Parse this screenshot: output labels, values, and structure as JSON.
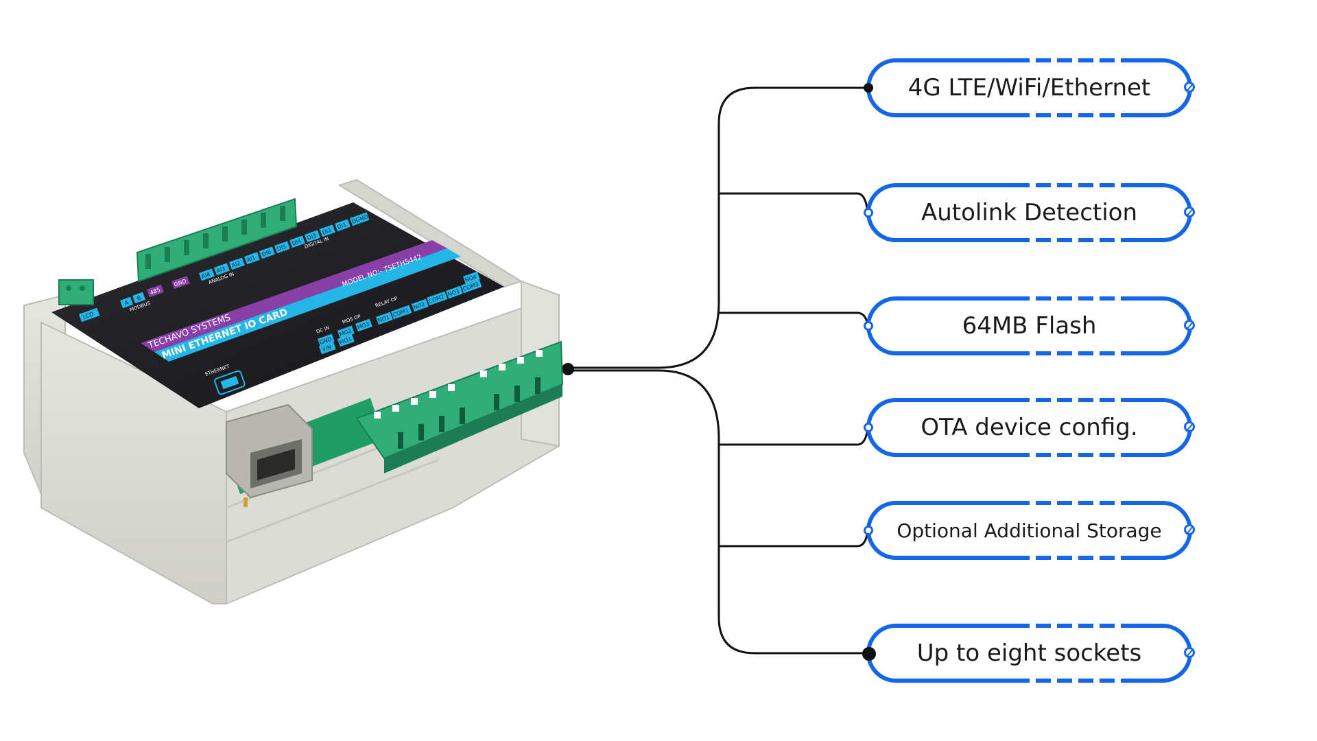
{
  "colors": {
    "pill_border": "#1466e8",
    "line": "#111111",
    "pcb_green": "#1f9e64",
    "terminal_green": "#2fae77",
    "enclosure": "#e4e4df",
    "label_cyan": "#25b6e8",
    "label_purple": "#8a3fa8"
  },
  "features": [
    {
      "label": "4G LTE/WiFi/Ethernet"
    },
    {
      "label": "Autolink Detection"
    },
    {
      "label": "64MB Flash"
    },
    {
      "label": "OTA device config."
    },
    {
      "label": "Optional Additional Storage"
    },
    {
      "label": "Up to eight sockets"
    }
  ],
  "device": {
    "brand": "TECHAVO SYSTEMS",
    "product": "MINI ETHERNET IO CARD",
    "model": "MODEL NO:- TSETH5442",
    "port_label": "ETHERNET",
    "lcd_label": "LCD",
    "modbus_label": "MODBUS",
    "analog_label": "ANALOG IN",
    "digital_label": "DIGITAL IN",
    "relay_label": "RELAY OP",
    "dcin_label": "DC IN",
    "mos_label": "MOS OP",
    "tag_lcd": "LCD",
    "tag_a": "A",
    "tag_b": "B",
    "tag_485": "485",
    "tag_gnd": "GND",
    "tag_ai4": "AI4",
    "tag_ai3": "AI3",
    "tag_ai2": "AI2",
    "tag_ai1": "AI1",
    "tag_di6": "DI6",
    "tag_di5": "DI5",
    "tag_di4": "DI4",
    "tag_di3": "DI3",
    "tag_di2": "DI2",
    "tag_di1": "DI1",
    "tag_dgnd": "DGND",
    "tag_vin": "VIN",
    "tag_gnd2": "GND",
    "tag_mo1": "MO1",
    "tag_mo2": "MO2",
    "tag_mo3": "MO3",
    "tag_no1": "NO1",
    "tag_com1": "COM1",
    "tag_no2": "NO2",
    "tag_com2": "COM2",
    "tag_no3": "NO3",
    "tag_com3": "COM3",
    "tag_no4": "NO4"
  }
}
